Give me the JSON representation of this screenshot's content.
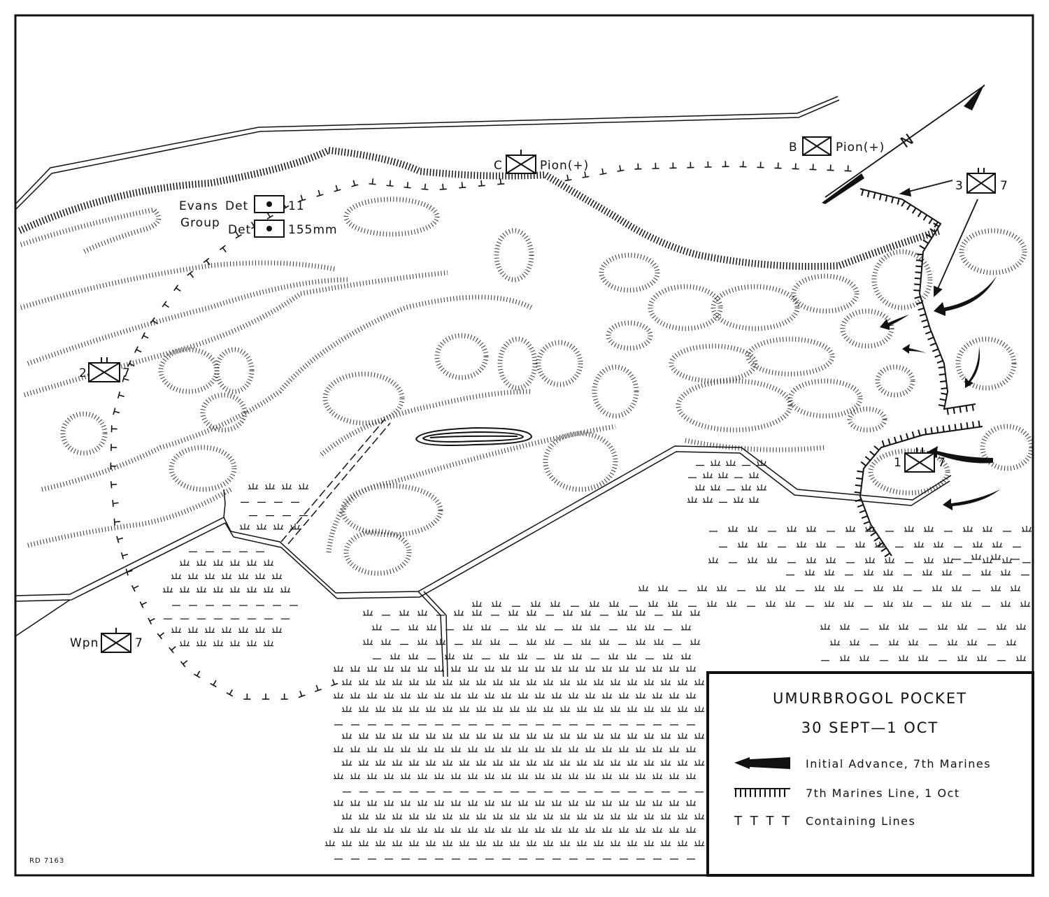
{
  "title": "UMURBROGOL POCKET",
  "date": "30 SEPT—1 OCT",
  "legend": {
    "advance": "Initial Advance, 7th Marines",
    "marines_line": "7th Marines Line, 1 Oct",
    "containing": "Containing Lines",
    "containing_symbol": "T T T T"
  },
  "north_label": "N",
  "map_ref": "RD 7163",
  "colors": {
    "ink": "#111111",
    "paper": "#ffffff"
  },
  "units": {
    "c_pion": {
      "prefix": "C",
      "suffix": "Pion(+)"
    },
    "b_pion": {
      "prefix": "B",
      "suffix": "Pion(+)"
    },
    "bn3": {
      "prefix": "3",
      "suffix": "7"
    },
    "bn2": {
      "prefix": "2",
      "suffix": "7"
    },
    "bn1": {
      "prefix": "1",
      "suffix": "7"
    },
    "wpn": {
      "prefix": "Wpn",
      "suffix": "7"
    },
    "evans": {
      "line1": "Evans",
      "line2": "Group"
    },
    "det11": {
      "prefix": "Det",
      "suffix": "11"
    },
    "det155": {
      "prefix": "Det",
      "suffix": "155mm"
    }
  }
}
